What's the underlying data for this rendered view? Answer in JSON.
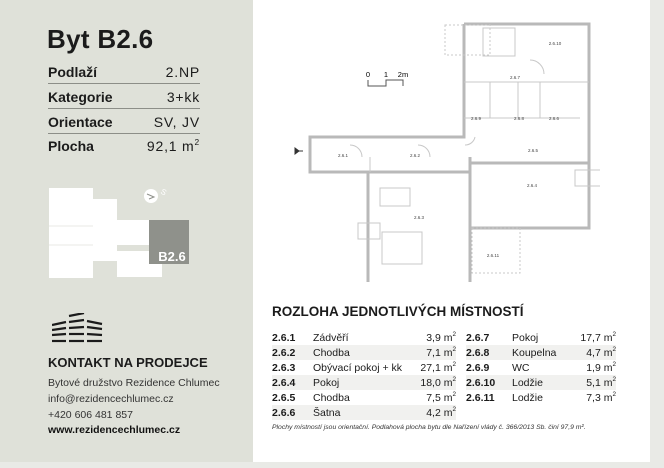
{
  "apartment": {
    "title": "Byt B2.6",
    "params": [
      {
        "label": "Podlaží",
        "value": "2.NP"
      },
      {
        "label": "Kategorie",
        "value": "3+kk"
      },
      {
        "label": "Orientace",
        "value": "SV, JV"
      },
      {
        "label": "Plocha",
        "value": "92,1 m",
        "sup": "2"
      }
    ],
    "minimap_label": "B2.6",
    "minimap_accent": "#8f918b"
  },
  "contact": {
    "heading": "KONTAKT NA PRODEJCE",
    "company": "Bytové družstvo Rezidence Chlumec",
    "email": "info@rezidencechlumec.cz",
    "phone": "+420 606 481 857",
    "web": "www.rezidencechlumec.cz"
  },
  "plan": {
    "scale": {
      "t0": "0",
      "t1": "1",
      "t2": "2m"
    },
    "labels": [
      "2.6.1",
      "2.6.2",
      "2.6.3",
      "2.6.4",
      "2.6.5",
      "2.6.6",
      "2.6.7",
      "2.6.8",
      "2.6.9",
      "2.6.10",
      "2.6.11"
    ]
  },
  "rooms": {
    "heading": "ROZLOHA JEDNOTLIVÝCH MÍSTNOSTÍ",
    "unit_sup": "2",
    "left": [
      {
        "code": "2.6.1",
        "name": "Zádvěří",
        "area": "3,9 m"
      },
      {
        "code": "2.6.2",
        "name": "Chodba",
        "area": "7,1 m"
      },
      {
        "code": "2.6.3",
        "name": "Obývací pokoj + kk",
        "area": "27,1 m"
      },
      {
        "code": "2.6.4",
        "name": "Pokoj",
        "area": "18,0 m"
      },
      {
        "code": "2.6.5",
        "name": "Chodba",
        "area": "7,5 m"
      },
      {
        "code": "2.6.6",
        "name": "Šatna",
        "area": "4,2 m"
      }
    ],
    "right": [
      {
        "code": "2.6.7",
        "name": "Pokoj",
        "area": "17,7 m"
      },
      {
        "code": "2.6.8",
        "name": "Koupelna",
        "area": "4,7 m"
      },
      {
        "code": "2.6.9",
        "name": "WC",
        "area": "1,9 m"
      },
      {
        "code": "2.6.10",
        "name": "Lodžie",
        "area": "5,1 m"
      },
      {
        "code": "2.6.11",
        "name": "Lodžie",
        "area": "7,3 m"
      }
    ],
    "note": "Plochy místností jsou orientační. Podlahová plocha bytu dle Nařízení vlády č. 366/2013 Sb. činí 97,9 m²."
  }
}
